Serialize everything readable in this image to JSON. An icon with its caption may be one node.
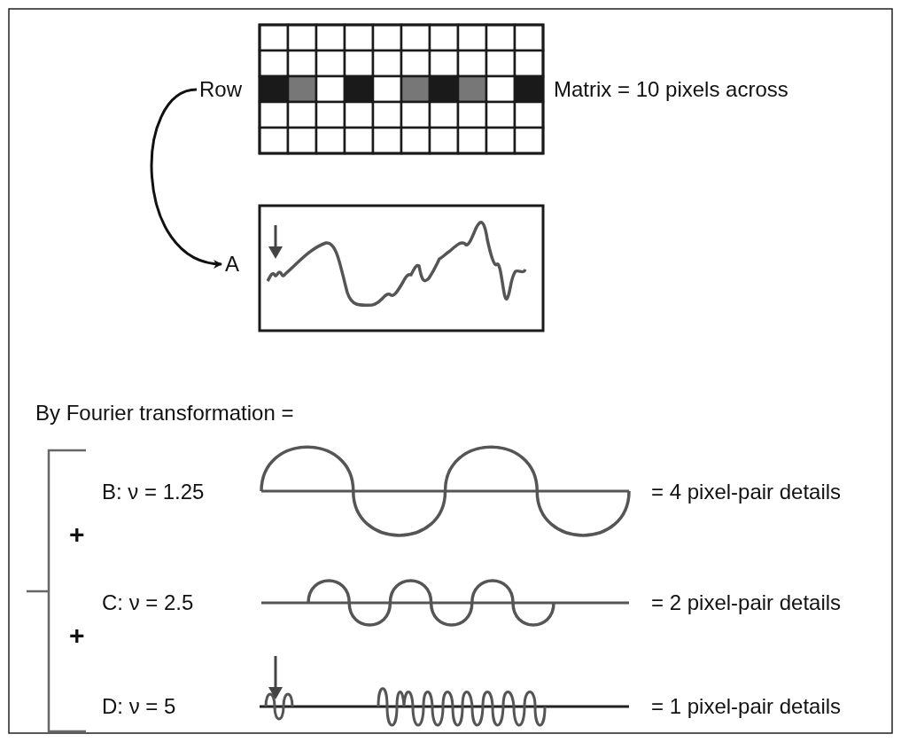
{
  "diagram": {
    "nodes": [
      {
        "text": [
          "Row"
        ]
      },
      {
        "text": [
          "A"
        ]
      }
    ],
    "edges": [
      {
        "from": 0,
        "to": 1,
        "arrow": "to"
      }
    ],
    "labels": [
      "Matrix = 10 pixels across",
      "By Fourier transformation =",
      "B: ν = 1.25",
      "= 4 pixel-pair details",
      "+",
      "C: ν = 2.5",
      "= 2 pixel-pair details",
      "+",
      "D: ν = 5",
      "= 1 pixel-pair details"
    ]
  }
}
